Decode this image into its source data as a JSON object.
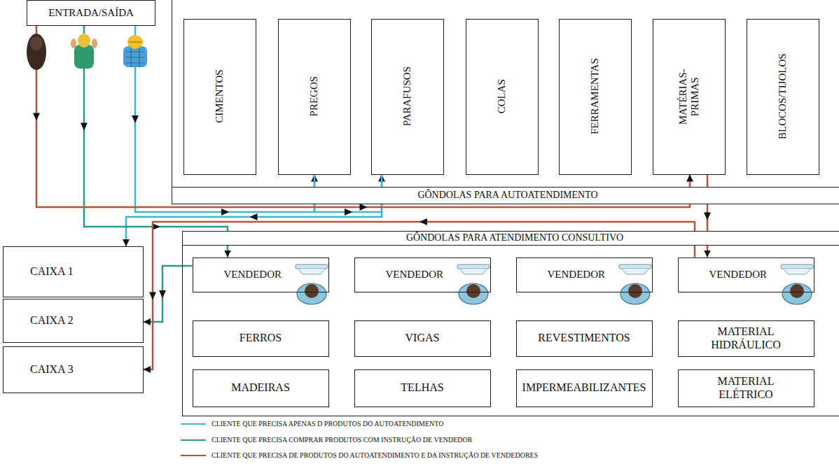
{
  "diagram": {
    "nodes": [
      {
        "text": [
          "ENTRADA/SAÍDA"
        ]
      },
      {
        "text": [
          "GÔNDOLAS PARA AUTOATENDIMENTO"
        ]
      },
      {
        "text": [
          "CIMENTOS"
        ],
        "in": 1
      },
      {
        "text": [
          "PREGOS"
        ],
        "in": 1
      },
      {
        "text": [
          "PARAFUSOS"
        ],
        "in": 1
      },
      {
        "text": [
          "COLAS"
        ],
        "in": 1
      },
      {
        "text": [
          "FERRAMENTAS"
        ],
        "in": 1
      },
      {
        "text": [
          "MATÉRIAS-PRIMAS"
        ],
        "in": 1
      },
      {
        "text": [
          "BLOCOS/TIJOLOS"
        ],
        "in": 1
      },
      {
        "text": [
          "CAIXA 1"
        ]
      },
      {
        "text": [
          "CAIXA 2"
        ]
      },
      {
        "text": [
          "CAIXA 3"
        ]
      },
      {
        "text": [
          "GÔNDOLAS PARA ATENDIMENTO CONSULTIVO"
        ]
      },
      {
        "text": [
          "VENDEDOR"
        ],
        "in": 12
      },
      {
        "text": [
          "VENDEDOR"
        ],
        "in": 12
      },
      {
        "text": [
          "VENDEDOR"
        ],
        "in": 12
      },
      {
        "text": [
          "VENDEDOR"
        ],
        "in": 12
      },
      {
        "text": [
          "FERROS"
        ],
        "in": 12
      },
      {
        "text": [
          "VIGAS"
        ],
        "in": 12
      },
      {
        "text": [
          "REVESTIMENTOS"
        ],
        "in": 12
      },
      {
        "text": [
          "MATERIAL HIDRÁULICO"
        ],
        "in": 12
      },
      {
        "text": [
          "MADEIRAS"
        ],
        "in": 12
      },
      {
        "text": [
          "TELHAS"
        ],
        "in": 12
      },
      {
        "text": [
          "IMPERMEABILIZANTES"
        ],
        "in": 12
      },
      {
        "text": [
          "MATERIAL ELÉTRICO"
        ],
        "in": 12
      }
    ],
    "edges": [
      {
        "from": 0,
        "to": 3,
        "arrow": "to"
      },
      {
        "from": 3,
        "to": 4,
        "arrow": "to"
      },
      {
        "from": 4,
        "to": 9,
        "arrow": "to"
      },
      {
        "from": 0,
        "to": 13,
        "arrow": "to"
      },
      {
        "from": 13,
        "to": 10,
        "arrow": "to"
      },
      {
        "from": 0,
        "to": 7,
        "arrow": "to"
      },
      {
        "from": 7,
        "to": 16,
        "arrow": "to"
      },
      {
        "from": 16,
        "to": 11,
        "arrow": "to"
      }
    ],
    "legend": [
      {
        "text": "CLIENTE QUE PRECISA APENAS D PRODUTOS DO AUTOATENDIMENTO",
        "color": "#45b3cc"
      },
      {
        "text": "CLIENTE QUE PRECISA COMPRAR PRODUTOS COM INSTRUÇÃO DE VENDEDOR",
        "color": "#2a9a87"
      },
      {
        "text": "CLIENTE QUE PRECISA DE PRODUTOS DO AUTOATENDIMENTO E DA INSTRUÇÃO DE VENDEDORES",
        "color": "#b5533c"
      }
    ]
  }
}
